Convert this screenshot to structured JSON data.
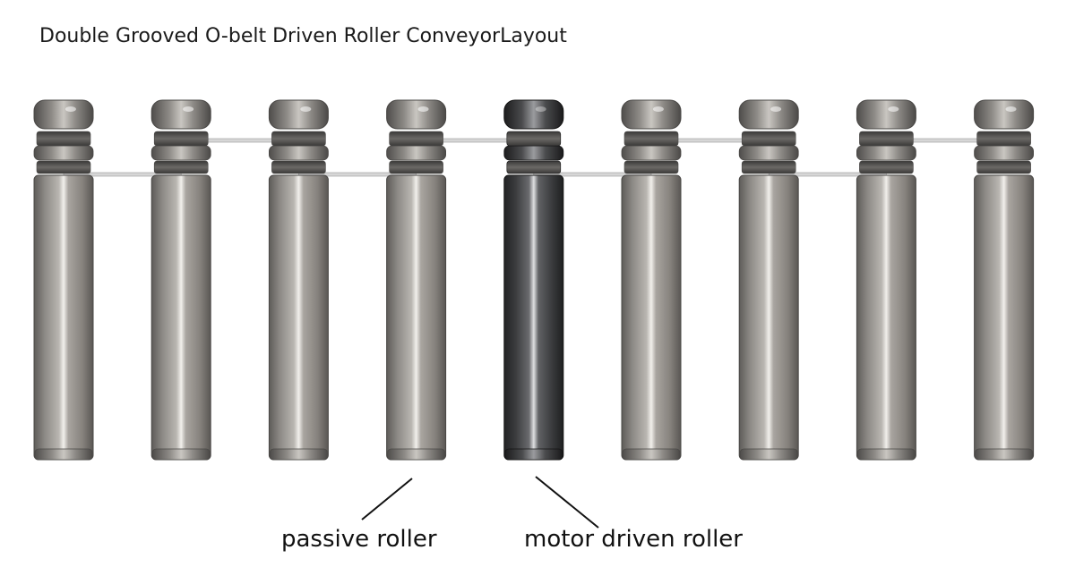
{
  "title": "Double Grooved O-belt Driven Roller ConveyorLayout",
  "rollers": [
    {
      "type": "passive"
    },
    {
      "type": "passive"
    },
    {
      "type": "passive"
    },
    {
      "type": "passive"
    },
    {
      "type": "motor"
    },
    {
      "type": "passive"
    },
    {
      "type": "passive"
    },
    {
      "type": "passive"
    },
    {
      "type": "passive"
    }
  ],
  "labels": {
    "passive": "passive roller",
    "motor": "motor driven roller"
  },
  "colors": {
    "passive_body": "#8a8783",
    "passive_highlight": "#e8e6e2",
    "motor_body": "#3e3f41",
    "motor_highlight": "#d8d9db",
    "belt": "#d6d6d6",
    "leader_line": "#111111"
  }
}
